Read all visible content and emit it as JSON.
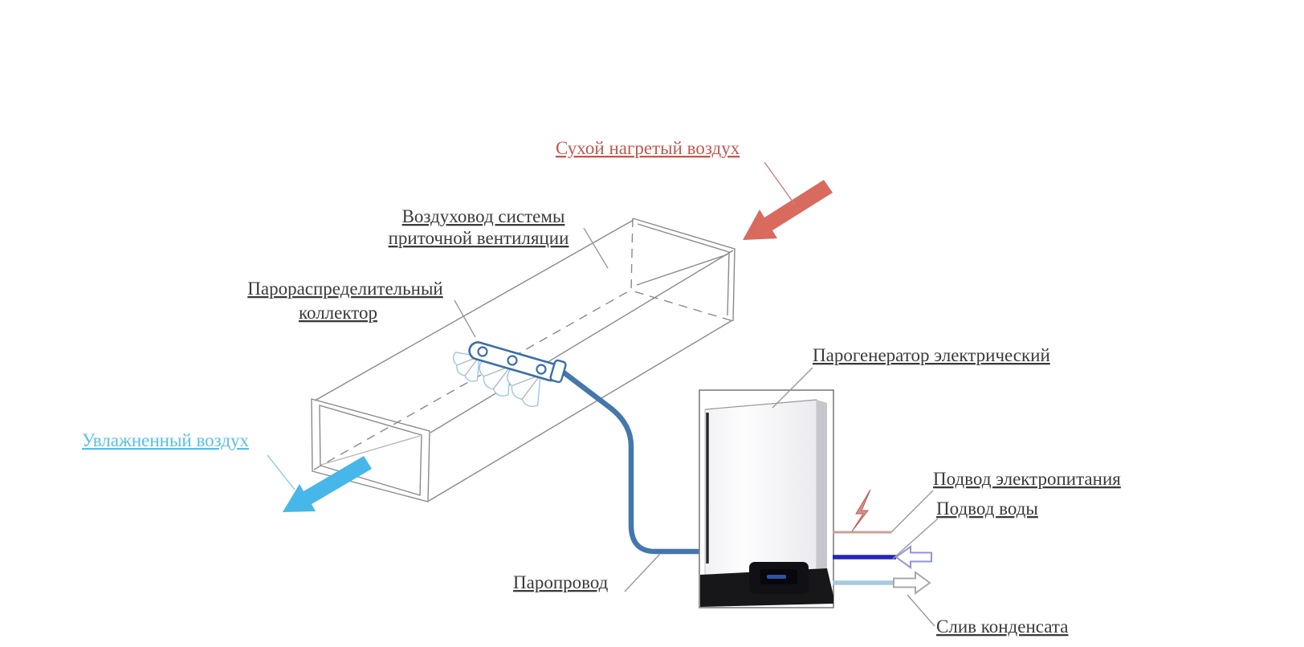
{
  "labels": {
    "dry_heated_air": "Сухой нагретый воздух",
    "duct_line1": "Воздуховод системы",
    "duct_line2": "приточной вентиляции",
    "manifold_line1": "Парораспределительный",
    "manifold_line2": "коллектор",
    "humidified_air": "Увлажненный воздух",
    "steam_generator": "Парогенератор электрический",
    "steam_pipe": "Паропровод",
    "power_supply": "Подвод электропитания",
    "water_supply": "Подвод воды",
    "condensate_drain": "Слив конденсата"
  },
  "colors": {
    "dry_air_label": "#c0574f",
    "dry_air_arrow": "#d96a5e",
    "humid_air_label": "#58bfe8",
    "humid_air_arrow": "#46b7e8",
    "humid_air_leader": "#7fcdec",
    "steam_pipe_line": "#4377ad",
    "manifold_outline": "#3a6ea8",
    "steam_puff": "#9cc2de",
    "water_line": "#2424bb",
    "water_arrow_outline": "#9393d8",
    "condensate_line": "#a6cbdf",
    "condensate_arrow_outline": "#a9a9a9",
    "power_line": "#c9a09a",
    "lightning_fill": "#d8918a",
    "lightning_stroke": "#b95c55",
    "drawing_line": "#8a8a8a",
    "leader_line": "#9a9a9a",
    "label_text": "#3a3a3a"
  },
  "icons": {
    "lightning_bolt": "⚡"
  }
}
